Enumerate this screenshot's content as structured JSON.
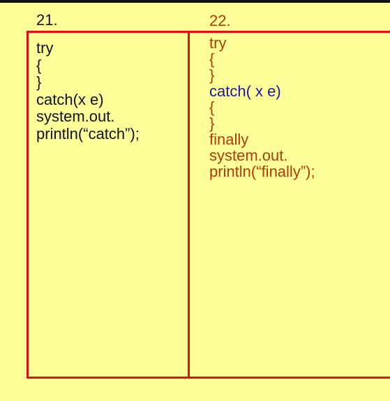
{
  "left_panel": {
    "number": "21.",
    "lines": [
      {
        "text": "try",
        "color": "#111111"
      },
      {
        "text": "{",
        "color": "#111111"
      },
      {
        "text": "}",
        "color": "#111111"
      },
      {
        "text": "catch(x e)",
        "color": "#111111"
      },
      {
        "text": "system.out.",
        "color": "#111111"
      },
      {
        "text": "println(“catch”);",
        "color": "#111111"
      }
    ]
  },
  "right_panel": {
    "number": "22.",
    "lines": [
      {
        "text": "try",
        "color": "#b03a0a"
      },
      {
        "text": "{",
        "color": "#b03a0a"
      },
      {
        "text": "}",
        "color": "#b03a0a"
      },
      {
        "text": "catch( x e)",
        "color": "#1a1aa0"
      },
      {
        "text": "{",
        "color": "#b03a0a"
      },
      {
        "text": "}",
        "color": "#b03a0a"
      },
      {
        "text": "finally",
        "color": "#b03a0a"
      },
      {
        "text": "system.out.",
        "color": "#b03a0a"
      },
      {
        "text": "println(“finally”);",
        "color": "#b03a0a"
      }
    ]
  },
  "colors": {
    "background": "#ffff99",
    "border": "#e01010",
    "keyword": "#b03a0a",
    "catch_highlight": "#1a1aa0"
  }
}
